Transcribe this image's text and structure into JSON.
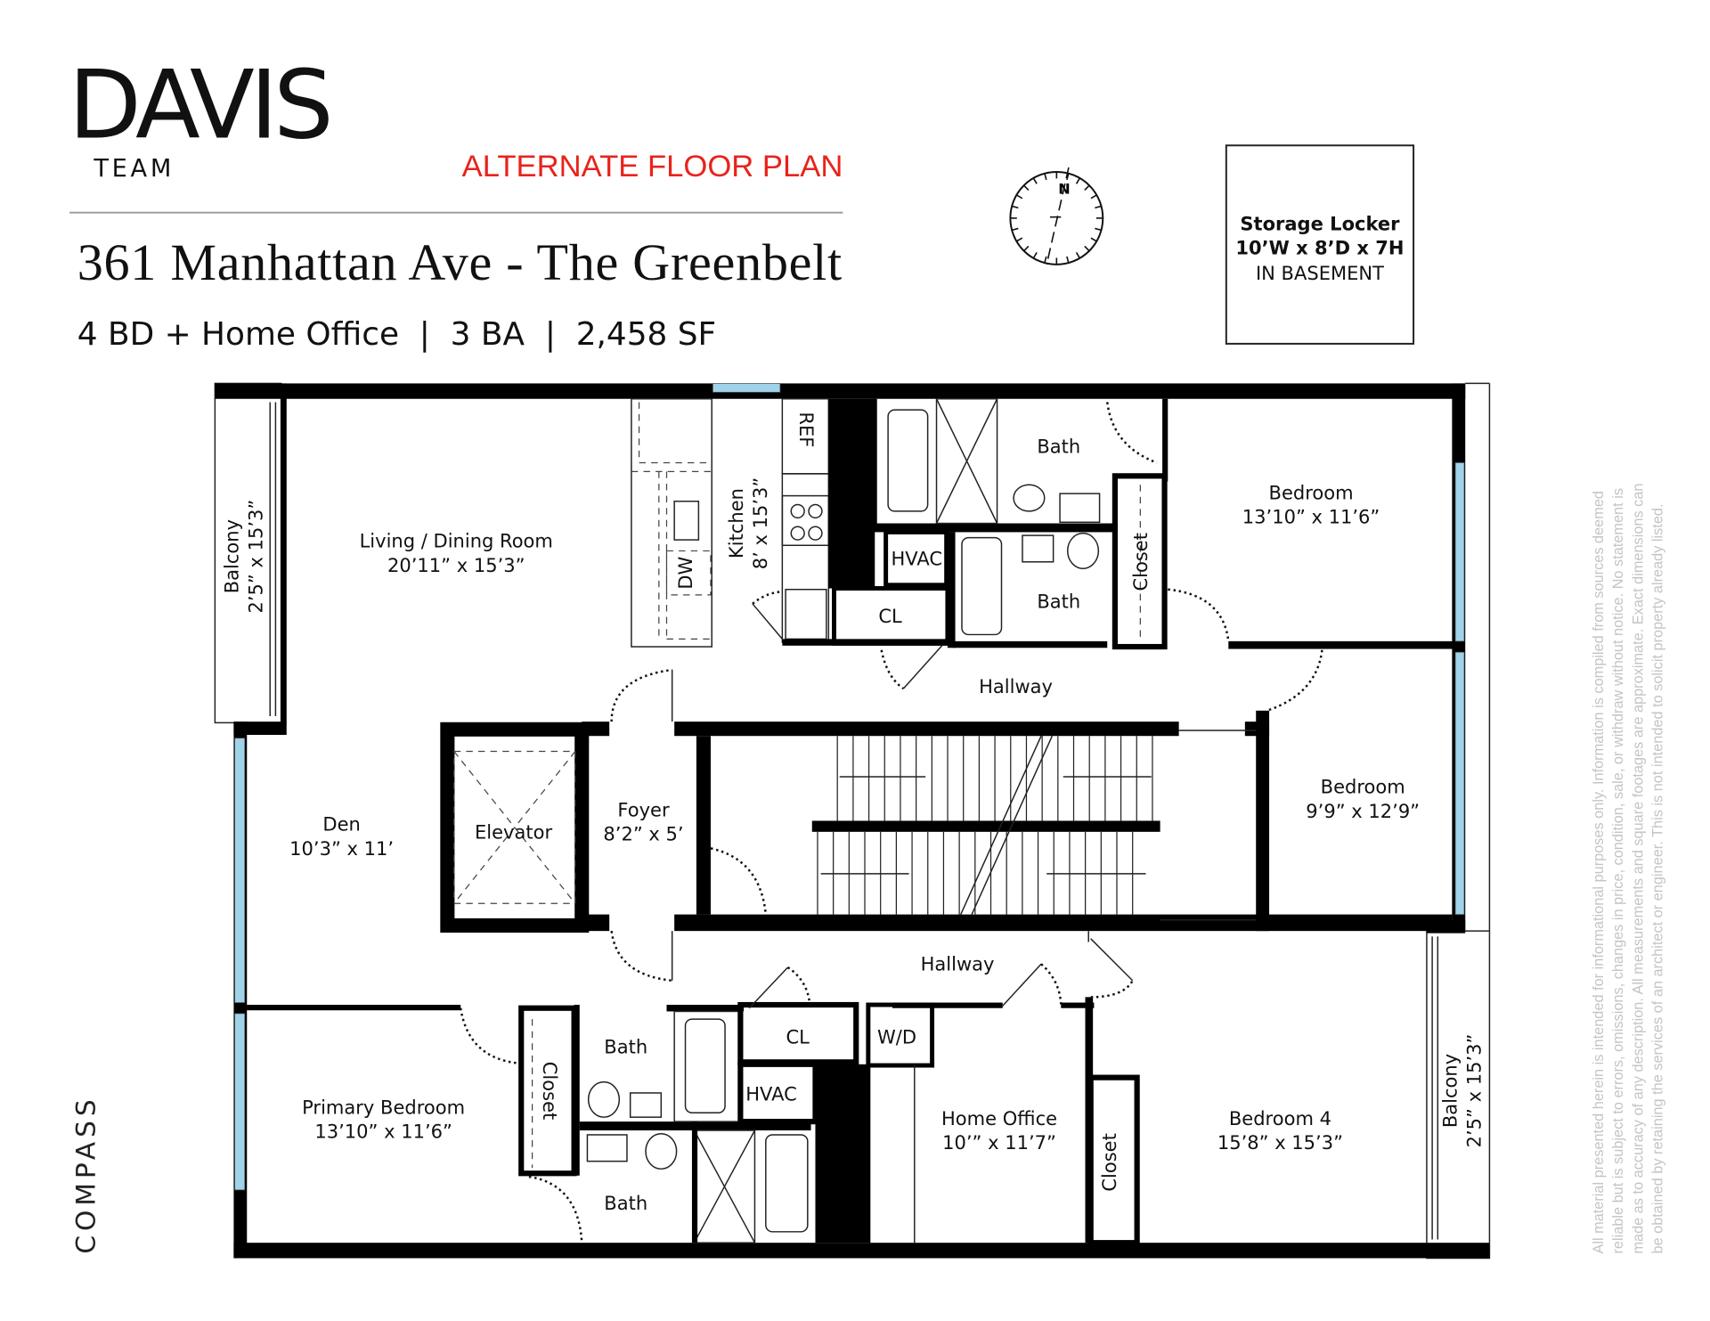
{
  "brand": {
    "name": "DAVIS",
    "sub": "TEAM"
  },
  "plan_tag": "ALTERNATE FLOOR PLAN",
  "colors": {
    "accent": "#e8231b",
    "window": "#9fd3ea",
    "disclaimer": "#c8c8c8"
  },
  "property": {
    "title": "361 Manhattan Ave - The Greenbelt",
    "summary": "4 BD + Home Office  |  3 BA  |  2,458 SF"
  },
  "compass": {
    "label": "N"
  },
  "storage": {
    "line1": "Storage Locker",
    "line2": "10’W x 8’D x 7H",
    "line3": "IN BASEMENT"
  },
  "rooms": {
    "balcony_left": {
      "name": "Balcony",
      "dims": "2’5” x 15’3”"
    },
    "living": {
      "name": "Living / Dining Room",
      "dims": "20’11” x 15’3”"
    },
    "kitchen": {
      "name": "Kitchen",
      "dims": "8’ x 15’3”"
    },
    "ref": "REF",
    "dw": "DW",
    "bath_top1": "Bath",
    "hvac_top": "HVAC",
    "cl_top": "CL",
    "bath_top2": "Bath",
    "closet_top": "Closet",
    "bedroom_top": {
      "name": "Bedroom",
      "dims": "13’10” x 11’6”"
    },
    "hallway_top": "Hallway",
    "den": {
      "name": "Den",
      "dims": "10’3” x 11’"
    },
    "elevator": "Elevator",
    "foyer": {
      "name": "Foyer",
      "dims": "8’2” x 5’"
    },
    "bedroom_mid": {
      "name": "Bedroom",
      "dims": "9’9” x 12’9”"
    },
    "hallway_bottom": "Hallway",
    "primary": {
      "name": "Primary Bedroom",
      "dims": "13’10” x 11’6”"
    },
    "closet_primary": "Closet",
    "bath_b1": "Bath",
    "bath_b2": "Bath",
    "cl_bottom": "CL",
    "hvac_bottom": "HVAC",
    "wd": "W/D",
    "office": {
      "name": "Home Office",
      "dims": "10’” x 11’7”"
    },
    "closet_office": "Closet",
    "bedroom4": {
      "name": "Bedroom 4",
      "dims": "15’8” x 15’3”"
    },
    "balcony_right": {
      "name": "Balcony",
      "dims": "2’5” x 15’3”"
    }
  },
  "footer_brand": "COMPASS",
  "disclaimer": [
    "All material presented herein is intended for informational purposes only. Information is compiled from sources deemed",
    "reliable but is subject to errors, omissions, changes in price, condition, sale, or withdraw without notice. No statement is",
    "made as to accuracy of any description. All measurements and square footages are approximate. Exact dimensions can",
    "be obtained by retaining the services of an architect or engineer. This is not intended to solicit property already listed."
  ]
}
